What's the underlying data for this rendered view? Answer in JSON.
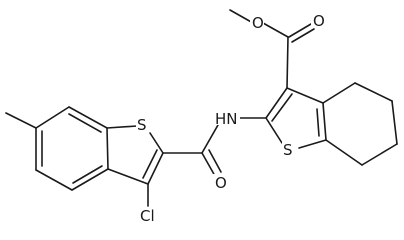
{
  "molecule": {
    "atom_labels": {
      "ester_o_methoxy": "O",
      "ester_o_carbonyl": "O",
      "amide_nh": "HN",
      "amide_o": "O",
      "thiophene_s_right": "S",
      "thiophene_s_left": "S",
      "chloro": "Cl"
    }
  }
}
